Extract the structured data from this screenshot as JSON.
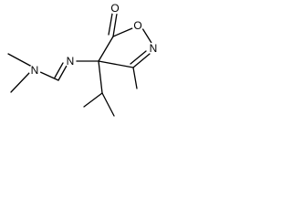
{
  "structure": {
    "atoms": {
      "nitrogen_amine": "N",
      "nitrogen_imine": "N",
      "nitrogen_ring": "N",
      "oxygen_ring": "O",
      "oxygen_carbonyl": "O"
    }
  }
}
